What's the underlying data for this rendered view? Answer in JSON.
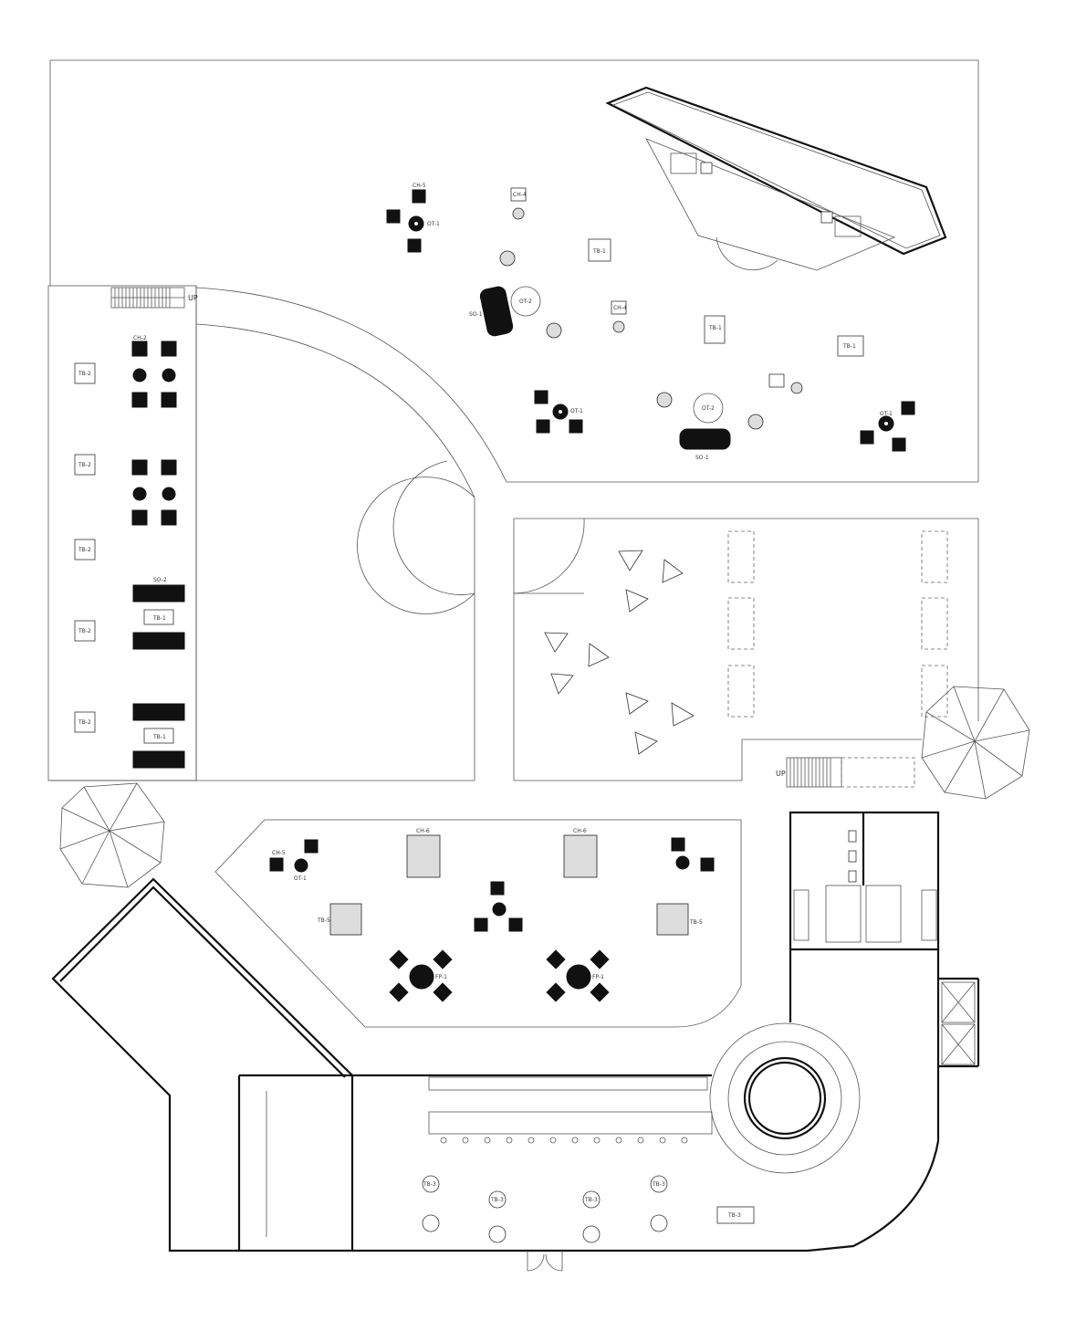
{
  "stair_up_label_top": "UP",
  "stair_up_label_right": "UP",
  "labels": {
    "ch5": "CH-5",
    "ot1": "OT-1",
    "ot2": "OT-2",
    "ch4": "CH-4",
    "tb1": "TB-1",
    "tb2": "TB-2",
    "tb3": "TB-3",
    "tb5": "TB-5",
    "so1": "SO-1",
    "so2": "SO-2",
    "ch2": "CH-2",
    "ch6": "CH-6",
    "fp1": "FP-1"
  }
}
